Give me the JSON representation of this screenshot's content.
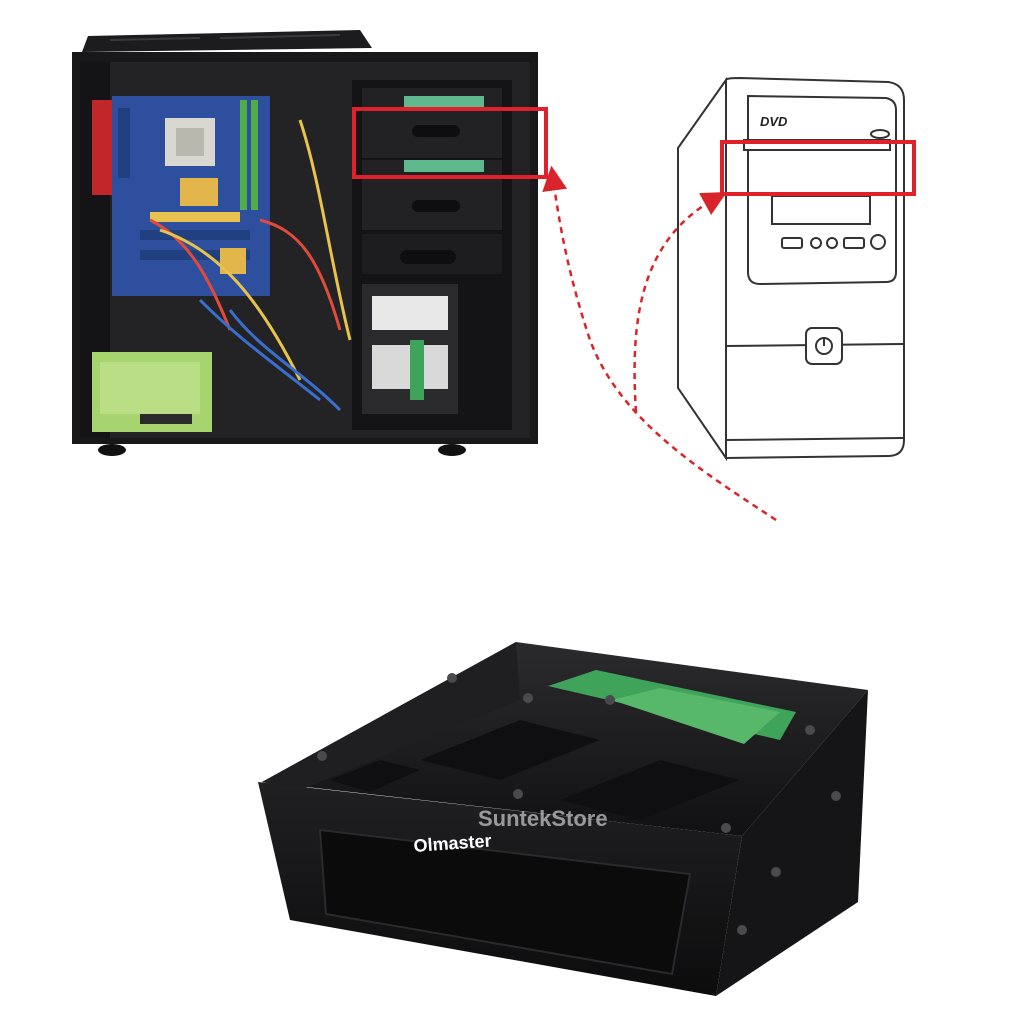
{
  "figure": {
    "panels": [
      {
        "name": "open-pc-case-photo"
      },
      {
        "name": "pc-tower-line-drawing",
        "drive_label": "DVD"
      },
      {
        "name": "drive-bay-adapter-photo",
        "brand": "Olmaster",
        "watermark": "SuntekStore"
      }
    ],
    "colors": {
      "highlight": "#e0212b",
      "arrow": "#d9242c",
      "case_black": "#1a1a1c",
      "motherboard_blue": "#2d4f9e",
      "pcb_green": "#3fa35a",
      "psu_green": "#a8d46f"
    }
  }
}
